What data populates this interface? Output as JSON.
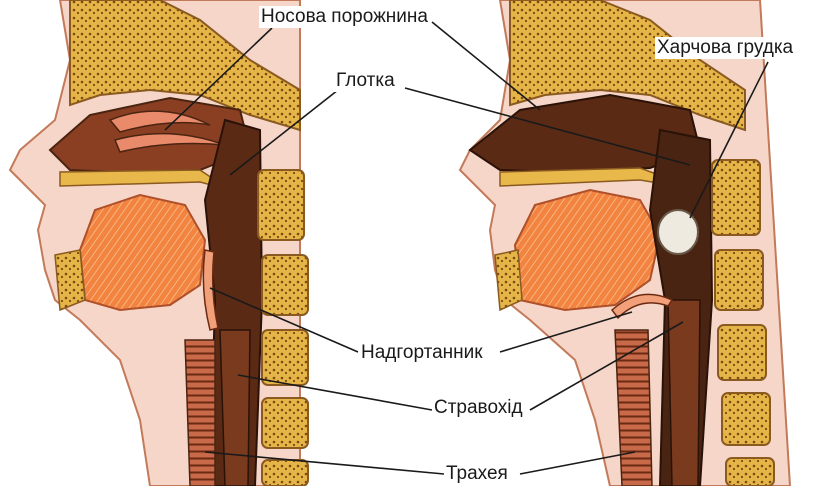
{
  "labels": {
    "nasal_cavity": "Носова порожнина",
    "pharynx": "Глотка",
    "food_bolus": "Харчова грудка",
    "epiglottis": "Надгортанник",
    "esophagus": "Стравохід",
    "trachea": "Трахея"
  },
  "colors": {
    "bone": "#e8b84a",
    "vertebra": "#d9a93a",
    "muscle": "#7a3a1e",
    "dark_tissue": "#4a2412",
    "tongue": "#f07a3a",
    "skin": "#f6d6c8",
    "mucosa": "#e98a6a",
    "bolus": "#efeae0"
  }
}
